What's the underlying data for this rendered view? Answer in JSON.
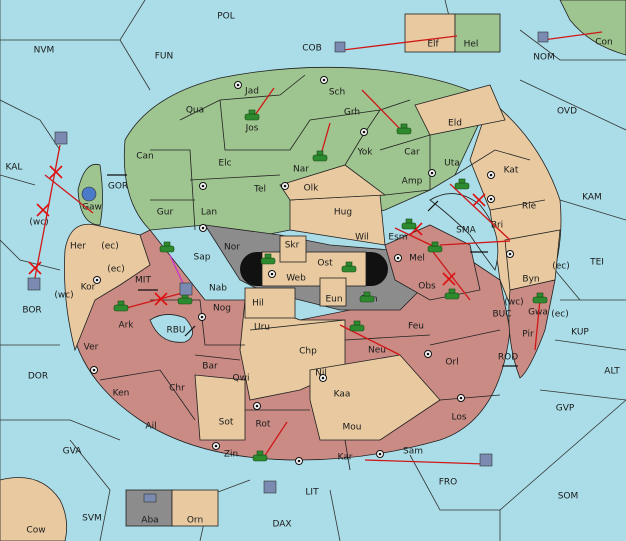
{
  "map_title": "",
  "sea_regions": [
    "POL",
    "NVM",
    "FUN",
    "COB",
    "NOM",
    "OVD",
    "KAL",
    "KAM",
    "TEI",
    "BOR",
    "DOR",
    "ALT",
    "KUP",
    "GVP",
    "GVA",
    "SOM",
    "SVM",
    "DAX",
    "FRO",
    "LIT",
    "BUC",
    "ROD",
    "MIT",
    "RBU",
    "GOR",
    "SMA"
  ],
  "land_regions": [
    "Jad",
    "Sch",
    "Qua",
    "Jos",
    "Grh",
    "Can",
    "Nar",
    "Yok",
    "Car",
    "Eld",
    "Uta",
    "Kat",
    "Elc",
    "Tel",
    "Olk",
    "Amp",
    "Gur",
    "Hug",
    "Rie",
    "Lan",
    "Bri",
    "Nor",
    "Skr",
    "Ost",
    "Wil",
    "Esm",
    "Gaw",
    "Sap",
    "Web",
    "Mel",
    "Byn",
    "Her",
    "Hil",
    "Eun",
    "Sun",
    "Obs",
    "Kor",
    "Nab",
    "Nog",
    "Uru",
    "Feu",
    "Gwa",
    "Ark",
    "Pir",
    "Ver",
    "Chp",
    "Neu",
    "Orl",
    "Bar",
    "Qwi",
    "Nil",
    "Ken",
    "Chr",
    "Kaa",
    "Los",
    "Ail",
    "Sot",
    "Rot",
    "Mou",
    "Zin",
    "Kar",
    "Sam",
    "Elf",
    "Hel",
    "Con",
    "Aba",
    "Orn",
    "Cow"
  ],
  "coast_markers": [
    "(wc)",
    "(ec)",
    "(ec)",
    "(wc)",
    "(ec)",
    "(wc)",
    "(ec)"
  ],
  "colors": {
    "green_power": "#9ec48f",
    "tan_power": "#e8c9a0",
    "red_power": "#c98b84",
    "neutral_gray": "#8c8c8c",
    "sea": "#aadde8",
    "order_arrow": "#d01818",
    "support_arrow": "#cc33cc"
  },
  "unit_icons": [
    "army-tank-icon",
    "fleet-ship-icon",
    "supply-center-icon",
    "dislodged-cross-icon"
  ]
}
